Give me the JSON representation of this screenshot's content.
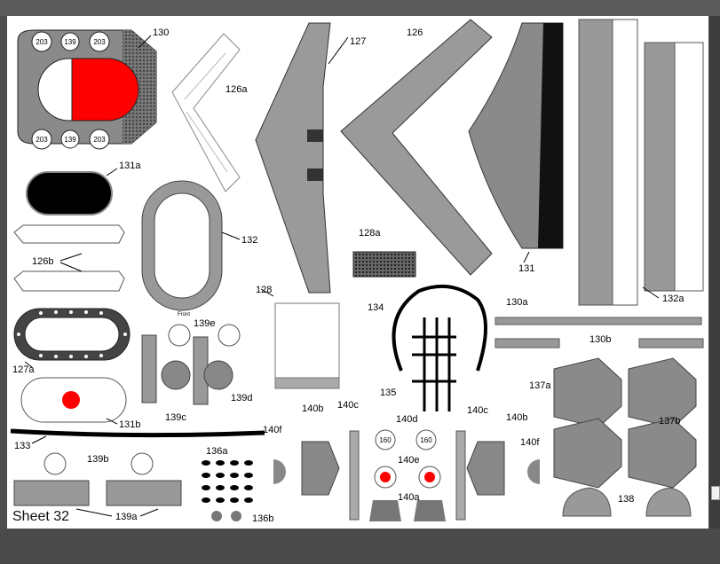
{
  "sheet_label": "Sheet 32",
  "labels": {
    "l130": "130",
    "l130a": "130a",
    "l130b": "130b",
    "l131": "131",
    "l131a": "131a",
    "l131b": "131b",
    "l132": "132",
    "l132a": "132a",
    "l133": "133",
    "l134": "134",
    "l135": "135",
    "l126": "126",
    "l126a": "126a",
    "l126b": "126b",
    "l127": "127",
    "l127a": "127a",
    "l128": "128",
    "l128a": "128a",
    "l136a": "136a",
    "l136b": "136b",
    "l137a": "137a",
    "l137b": "137b",
    "l138": "138",
    "l139a": "139a",
    "l139b": "139b",
    "l139c": "139c",
    "l139d": "139d",
    "l139e": "139e",
    "l140a": "140a",
    "l140b": "140b",
    "l140b2": "140b",
    "l140c": "140c",
    "l140c2": "140c",
    "l140d": "140d",
    "l140e": "140e",
    "l140f": "140f",
    "l140f2": "140f"
  },
  "circle_labels": {
    "c203": "203",
    "c139": "139",
    "c160": "160"
  },
  "front_label": "Front",
  "colors": {
    "red": "#ff0000",
    "gray": "#9a9a9a",
    "dark": "#222222"
  }
}
